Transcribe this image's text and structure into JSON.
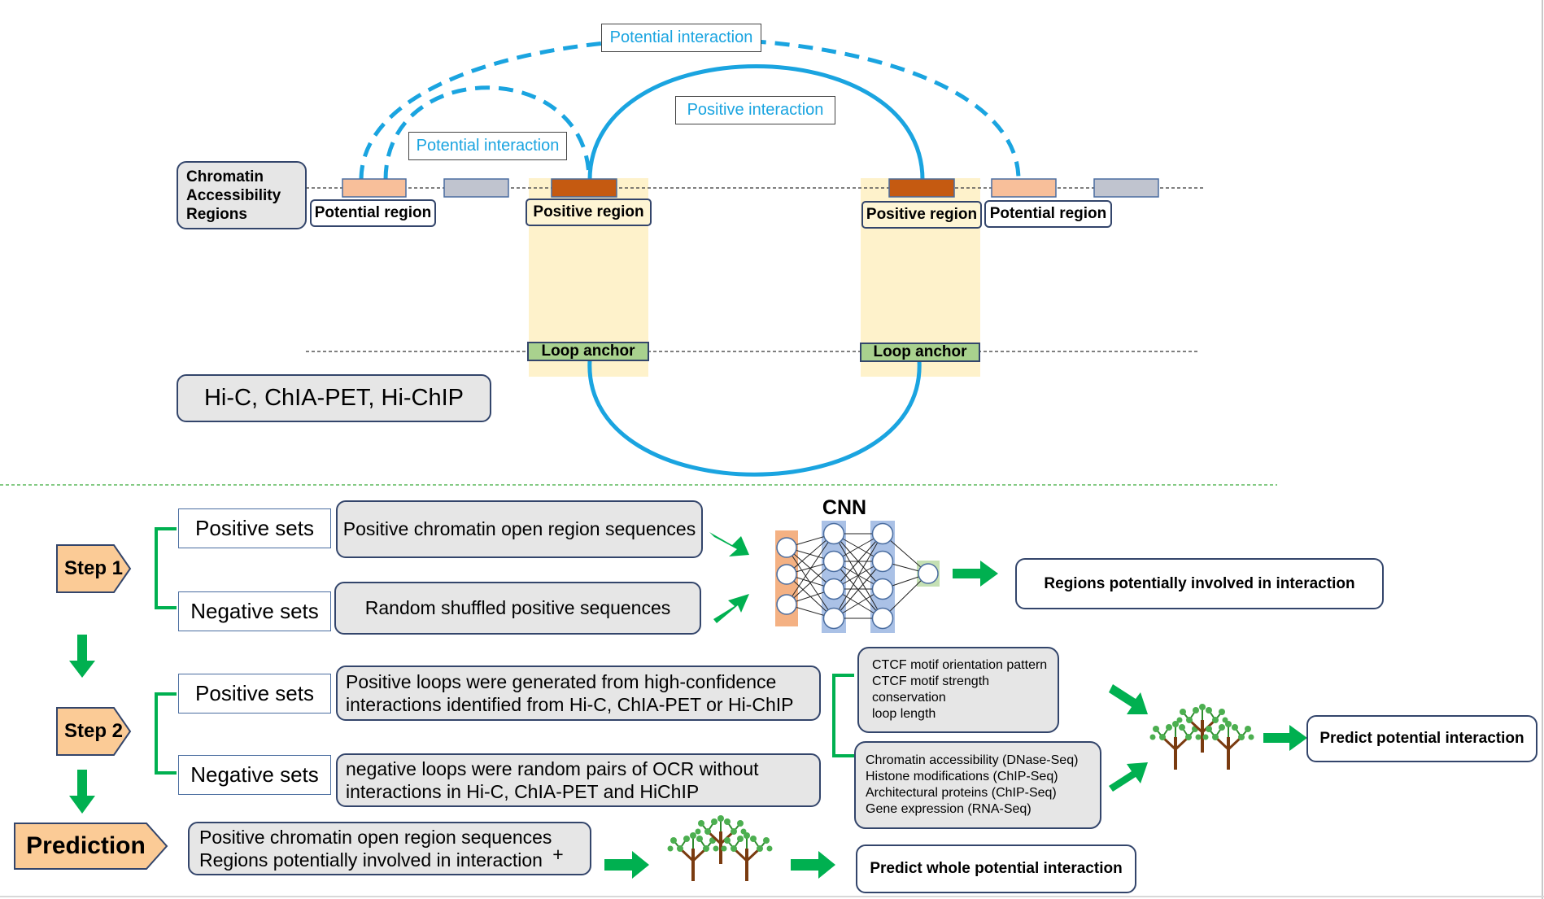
{
  "top": {
    "chromatin_box": [
      "Chromatin",
      "Accessibility",
      "Regions"
    ],
    "hic_box": "Hi-C, ChIA-PET, Hi-ChIP",
    "potential_interaction_outer": "Potential interaction",
    "potential_interaction_inner": "Potential interaction",
    "positive_interaction": "Positive interaction",
    "potential_region_left": "Potential region",
    "positive_region_left": "Positive region",
    "positive_region_right": "Positive region",
    "potential_region_right": "Potential region",
    "loop_anchor_left": "Loop anchor",
    "loop_anchor_right": "Loop anchor"
  },
  "step1": {
    "label": "Step 1",
    "positive_sets": "Positive sets",
    "negative_sets": "Negative sets",
    "positive_seq": "Positive chromatin open region sequences",
    "negative_seq": "Random shuffled positive sequences",
    "cnn_title": "CNN",
    "output": "Regions potentially involved in interaction"
  },
  "step2": {
    "label": "Step 2",
    "positive_sets": "Positive sets",
    "negative_sets": "Negative sets",
    "positive_desc": [
      "Positive loops were generated from high-confidence",
      "interactions identified from Hi-C, ChIA-PET or Hi-ChIP"
    ],
    "negative_desc": [
      "negative loops were random pairs of OCR without",
      "interactions in Hi-C, ChIA-PET and HiChIP"
    ],
    "features_a": [
      "CTCF motif orientation pattern",
      "CTCF motif strength",
      "conservation",
      "loop length"
    ],
    "features_b": [
      "Chromatin accessibility (DNase-Seq)",
      "Histone modifications (ChIP-Seq)",
      "Architectural proteins (ChIP-Seq)",
      "Gene expression (RNA-Seq)"
    ],
    "output": "Predict potential interaction"
  },
  "prediction": {
    "label": "Prediction",
    "input": [
      "Positive chromatin open region sequences",
      "Regions potentially involved in interaction"
    ],
    "plus": "+",
    "output": "Predict whole potential interaction"
  },
  "colors": {
    "cyan": "#1aa4e0",
    "arrow_green": "#00b050",
    "bracket_green": "#00b050",
    "region_potential": "#f8bf9a",
    "region_positive": "#c55a11",
    "region_gray": "#c0c4cf",
    "highlight": "#fef2cb",
    "step_fill": "#fbcb96",
    "cnn_input": "#f4b183",
    "cnn_hidden": "#aac1e6",
    "cnn_output": "#c5e0b4"
  },
  "icons": [
    "tree-icon",
    "arrow-right-icon",
    "arrow-down-icon"
  ]
}
